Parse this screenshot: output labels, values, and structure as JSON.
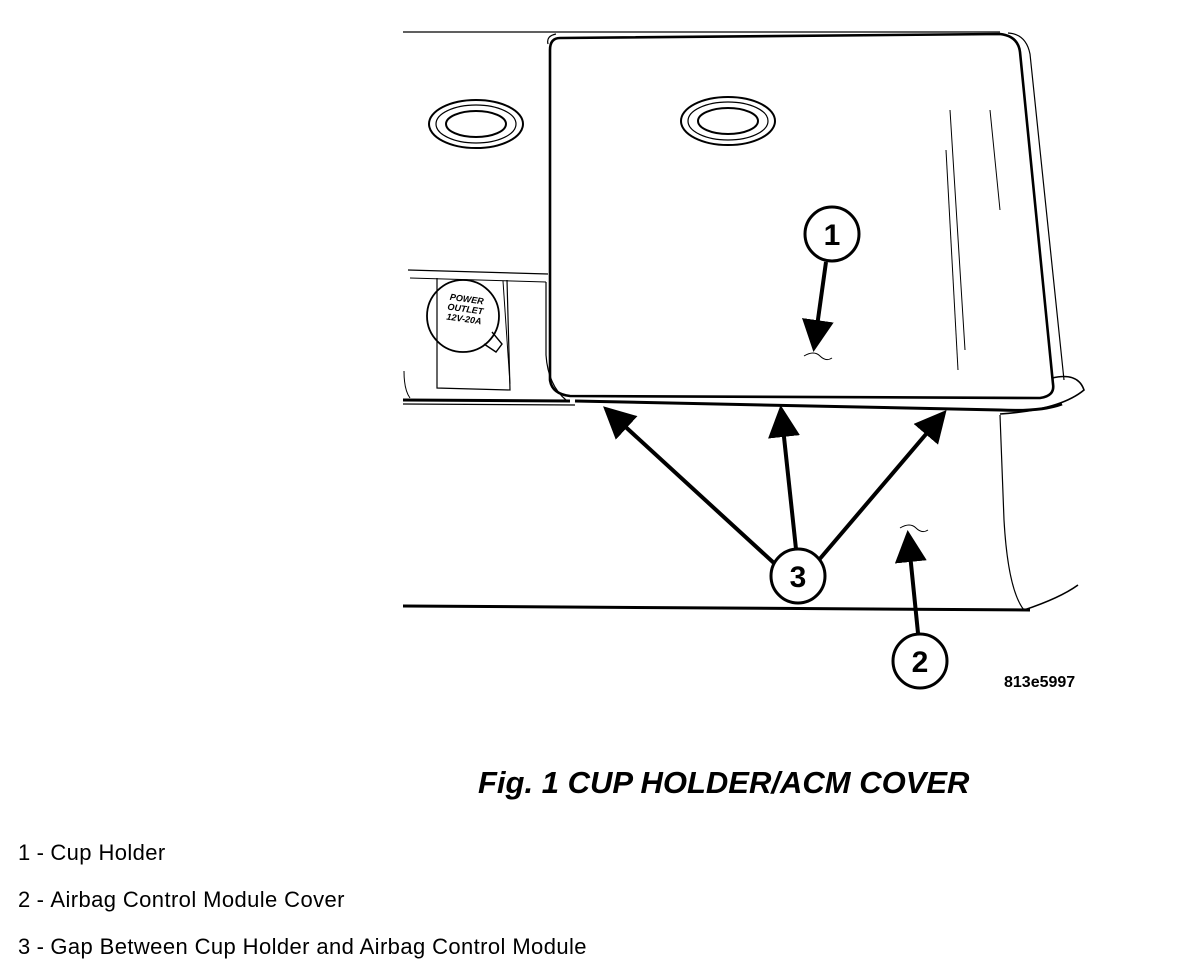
{
  "figure": {
    "figure_id": "813e5997",
    "caption": "Fig.  1 CUP HOLDER/ACM COVER",
    "callouts": [
      {
        "number": "1"
      },
      {
        "number": "2"
      },
      {
        "number": "3"
      }
    ],
    "power_outlet_label": [
      "POWER",
      "OUTLET",
      "12V-20A"
    ]
  },
  "legend": {
    "items": [
      {
        "number": "1",
        "separator": "-",
        "label": "Cup Holder"
      },
      {
        "number": "2",
        "separator": "-",
        "label": "Airbag Control Module Cover"
      },
      {
        "number": "3",
        "separator": "-",
        "label": "Gap Between Cup Holder and Airbag Control Module"
      }
    ]
  }
}
